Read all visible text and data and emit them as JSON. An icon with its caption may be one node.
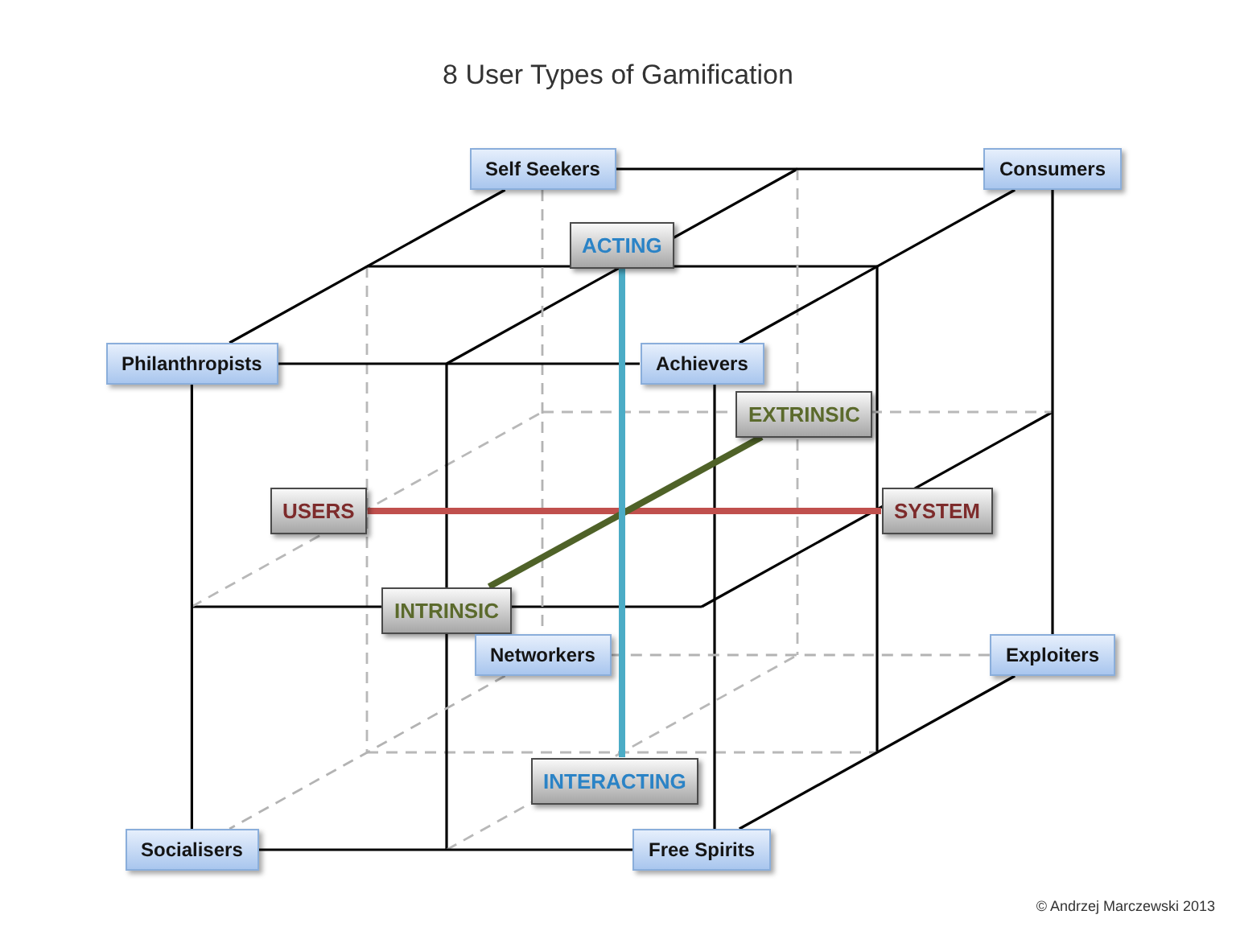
{
  "diagram": {
    "title": "8 User Types of Gamification",
    "nodes": [
      {
        "text": [
          "Self Seekers"
        ]
      },
      {
        "text": [
          "Consumers"
        ]
      },
      {
        "text": [
          "ACTING"
        ]
      },
      {
        "text": [
          "Philanthropists"
        ]
      },
      {
        "text": [
          "Achievers"
        ]
      },
      {
        "text": [
          "EXTRINSIC"
        ]
      },
      {
        "text": [
          "USERS"
        ]
      },
      {
        "text": [
          "SYSTEM"
        ]
      },
      {
        "text": [
          "INTRINSIC"
        ]
      },
      {
        "text": [
          "Networkers"
        ]
      },
      {
        "text": [
          "Exploiters"
        ]
      },
      {
        "text": [
          "INTERACTING"
        ]
      },
      {
        "text": [
          "Socialisers"
        ]
      },
      {
        "text": [
          "Free Spirits"
        ]
      }
    ],
    "edges": [
      {
        "from": 0,
        "to": 1,
        "arrow": "none"
      },
      {
        "from": 0,
        "to": 3,
        "arrow": "none"
      },
      {
        "from": 1,
        "to": 4,
        "arrow": "none"
      },
      {
        "from": 1,
        "to": 10,
        "arrow": "none"
      },
      {
        "from": 0,
        "to": 9,
        "arrow": "none",
        "style": "dashed",
        "color": "#b3b3b3"
      },
      {
        "from": 3,
        "to": 4,
        "arrow": "none"
      },
      {
        "from": 3,
        "to": 12,
        "arrow": "none"
      },
      {
        "from": 4,
        "to": 13,
        "arrow": "none"
      },
      {
        "from": 9,
        "to": 10,
        "arrow": "none",
        "style": "dashed",
        "color": "#b3b3b3"
      },
      {
        "from": 9,
        "to": 12,
        "arrow": "none",
        "style": "dashed",
        "color": "#b3b3b3"
      },
      {
        "from": 10,
        "to": 13,
        "arrow": "none"
      },
      {
        "from": 12,
        "to": 13,
        "arrow": "none"
      },
      {
        "from": 6,
        "to": 7,
        "arrow": "none",
        "style": "thick",
        "color": "#c0504d"
      },
      {
        "from": 8,
        "to": 5,
        "arrow": "none",
        "style": "thick",
        "color": "#4f6228"
      },
      {
        "from": 2,
        "to": 11,
        "arrow": "none",
        "style": "thick",
        "color": "#4bacc6"
      }
    ],
    "labels": [
      "© Andrzej Marczewski 2013"
    ]
  }
}
